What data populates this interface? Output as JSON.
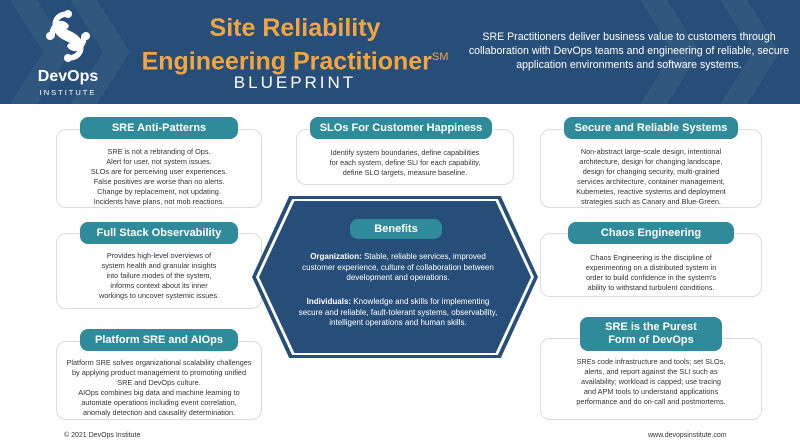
{
  "header": {
    "logo": {
      "name": "DevOps",
      "sub": "INSTITUTE",
      "icon": "devops-knot-icon"
    },
    "title_line1": "Site Reliability",
    "title_line2": "Engineering Practitioner",
    "title_mark": "SM",
    "subtitle": "BLUEPRINT",
    "tagline": "SRE Practitioners deliver business value to customers through collaboration with DevOps teams and engineering of reliable, secure application environments and software systems."
  },
  "cards": {
    "anti_patterns": {
      "title": "SRE Anti-Patterns",
      "lines": [
        "SRE is not a rebranding of Ops.",
        "Alert for user, not system issues.",
        "SLOs are for perceiving user experiences.",
        "False positives are worse than no alerts.",
        "Change by replacement, not updating.",
        "Incidents have plans, not mob reactions."
      ]
    },
    "slos": {
      "title": "SLOs For Customer Happiness",
      "lines": [
        "Identify system boundaries, define capabilities",
        "for each system, define SLI for each capability,",
        "define SLO targets, measure baseline."
      ]
    },
    "secure": {
      "title": "Secure and Reliable Systems",
      "lines": [
        "Non-abstract large-scale design, intentional",
        "architecture, design for changing landscape,",
        "design for changing security, multi-grained",
        "services architecture, container management,",
        "Kubernetes, reactive systems and deployment",
        "strategies such as Canary and Blue-Green."
      ]
    },
    "observability": {
      "title": "Full Stack Observability",
      "lines": [
        "Provides high-level overviews of",
        "system health and granular insights",
        "into failure modes of the system,",
        "informs context about its inner",
        "workings to uncover systemic issues."
      ]
    },
    "chaos": {
      "title": "Chaos Engineering",
      "lines": [
        "Chaos Engineering is the discipline of",
        "experimenting on a distributed system in",
        "order to build confidence in the system's",
        "ability to withstand turbulent conditions."
      ]
    },
    "platform": {
      "title": "Platform SRE and AIOps",
      "lines": [
        "Platform SRE solves organizational scalability challenges",
        "by applying product management to promoting unified",
        "SRE and DevOps culture.",
        "AIOps combines big data and machine learning to",
        "automate operations including event correlation,",
        "anomaly detection and causality determination."
      ]
    },
    "purest": {
      "title_line1": "SRE is the Purest",
      "title_line2": "Form of DevOps",
      "lines": [
        "SREs code infrastructure and tools;  set SLOs,",
        "alerts, and report against the SLI such as",
        "availability; workload is capped; use tracing",
        "and APM tools to understand applications",
        "performance and do on-call and postmortems."
      ]
    }
  },
  "benefits": {
    "title": "Benefits",
    "org_label": "Organization:",
    "org_text": " Stable, reliable services, improved customer experience, culture of collaboration between development and operations.",
    "ind_label": "Individuals:",
    "ind_text": " Knowledge and skills for implementing secure and reliable, fault-tolerant  systems, observability, intelligent operations and human skills."
  },
  "footer": {
    "copyright": "© 2021 DevOps Institute",
    "url": "www.devopsinstitute.com"
  },
  "colors": {
    "navy": "#264e78",
    "teal": "#2f8b99",
    "orange": "#f2a541"
  }
}
